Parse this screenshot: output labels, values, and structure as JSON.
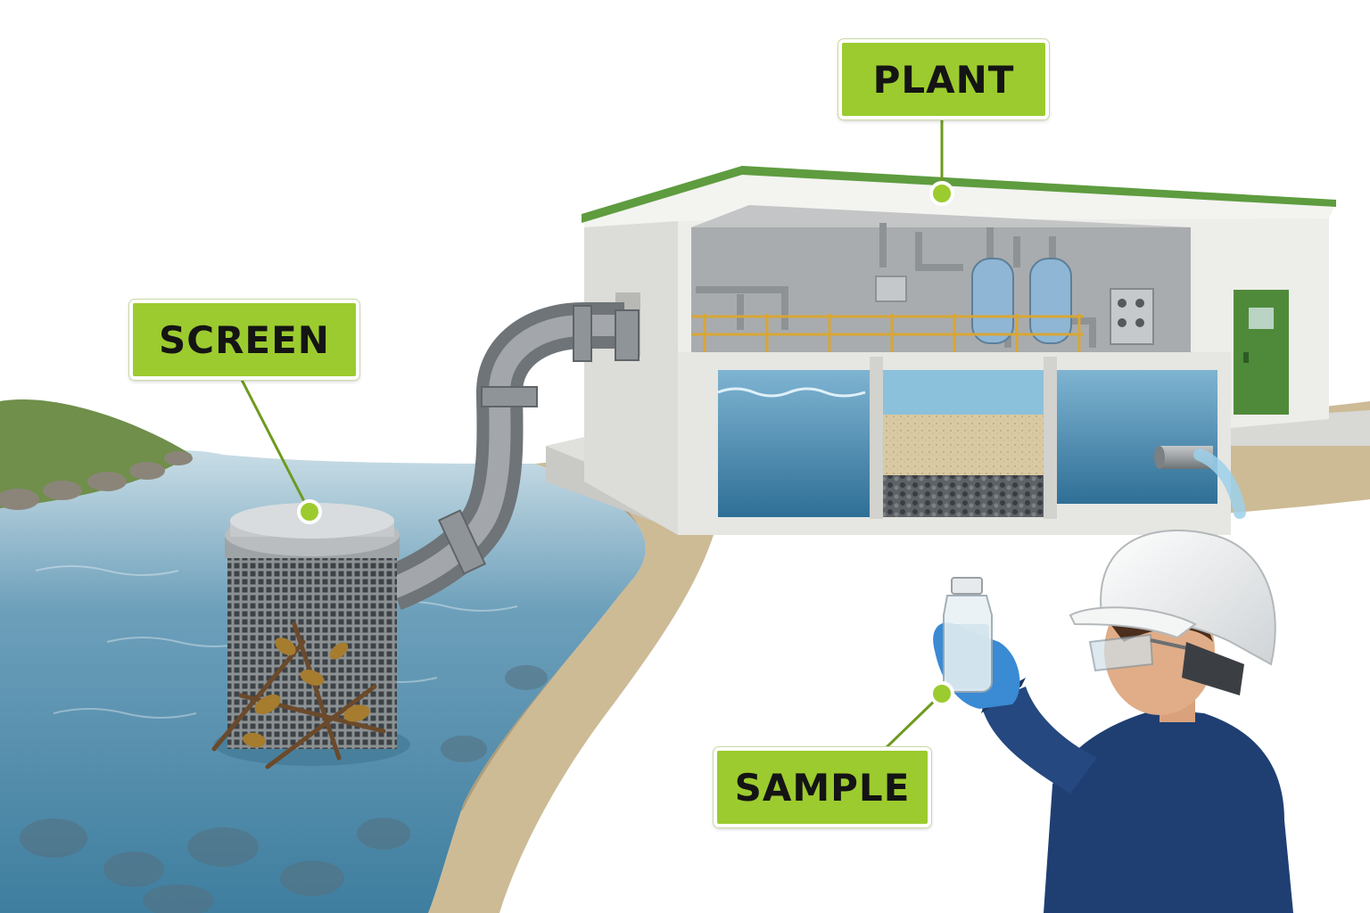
{
  "labels": {
    "plant": "PLANT",
    "screen": "SCREEN",
    "sample": "SAMPLE"
  },
  "colors": {
    "label_fill": "#9ccb2f",
    "leader_line": "#6e9a1e",
    "water": "#4f8fb0",
    "roof": "#5e9c3f",
    "door": "#4f8a3a",
    "coverall": "#1f3f73",
    "glove": "#3a8ad4"
  },
  "icons": [
    "intake-screen-icon",
    "treatment-plant-icon",
    "sample-bottle-icon",
    "technician-icon"
  ]
}
